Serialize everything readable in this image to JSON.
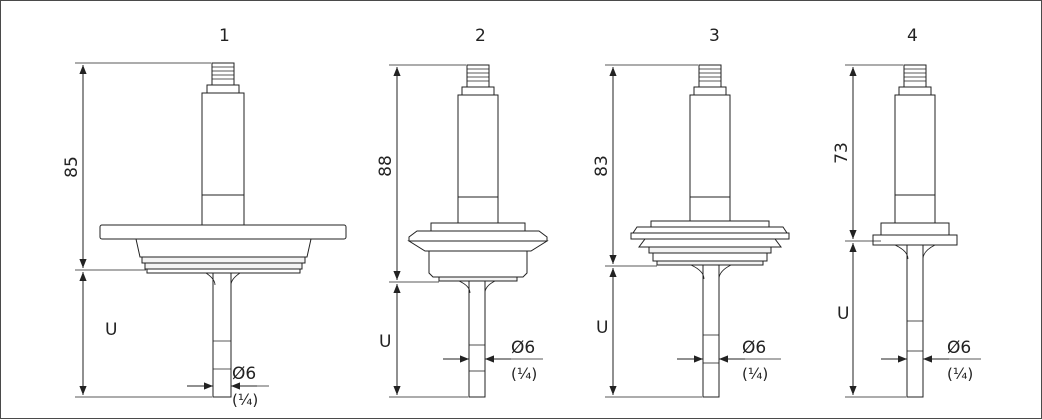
{
  "variants": [
    {
      "label": "1",
      "height_value": "85",
      "u_label": "U",
      "dia_label": "Ø6",
      "dia_inch": "(¼)"
    },
    {
      "label": "2",
      "height_value": "88",
      "u_label": "U",
      "dia_label": "Ø6",
      "dia_inch": "(¼)"
    },
    {
      "label": "3",
      "height_value": "83",
      "u_label": "U",
      "dia_label": "Ø6",
      "dia_inch": "(¼)"
    },
    {
      "label": "4",
      "height_value": "73",
      "u_label": "U",
      "dia_label": "Ø6",
      "dia_inch": "(¼)"
    }
  ]
}
